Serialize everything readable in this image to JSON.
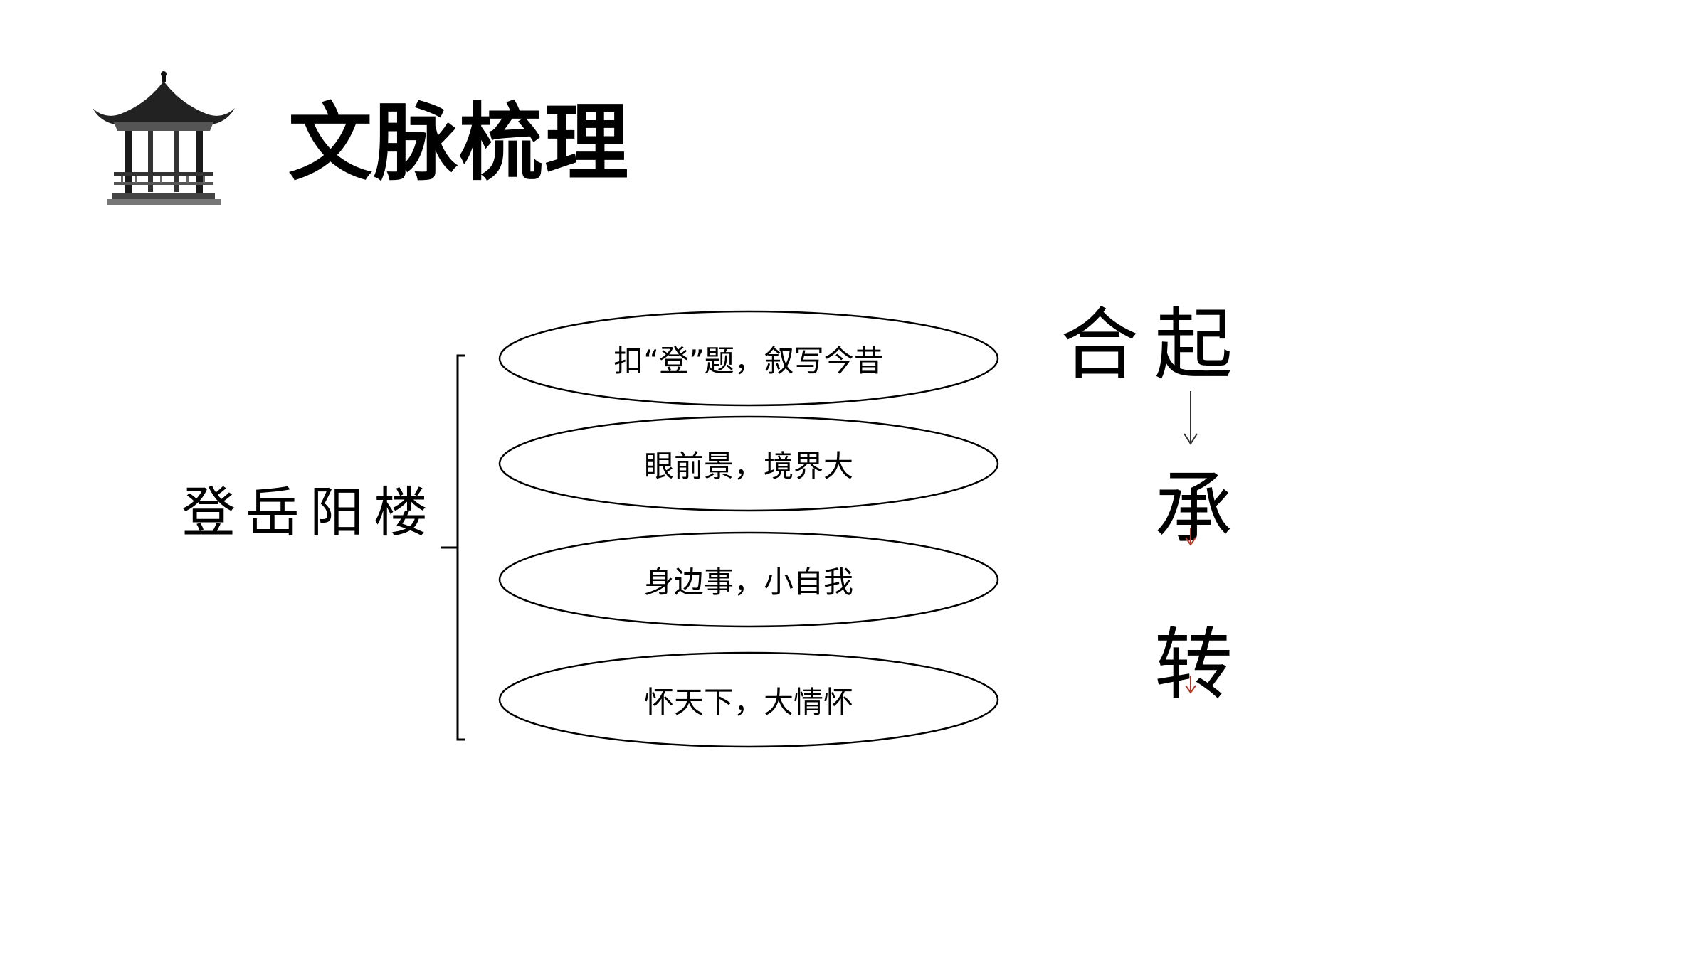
{
  "header": {
    "title": "文脉梳理",
    "logo_icon": "pavilion-icon"
  },
  "diagram": {
    "topic": "登岳阳楼",
    "points": [
      {
        "label": "扣“登”题，叙写今昔"
      },
      {
        "label": "眼前景，境界大"
      },
      {
        "label": "身边事，小自我"
      },
      {
        "label": "怀天下，大情怀"
      }
    ],
    "structure": {
      "he": "合",
      "qi": "起",
      "cheng": "承",
      "zhuan": "转"
    },
    "colors": {
      "line": "#000000",
      "accent_arrow": "#b03a2e"
    }
  }
}
